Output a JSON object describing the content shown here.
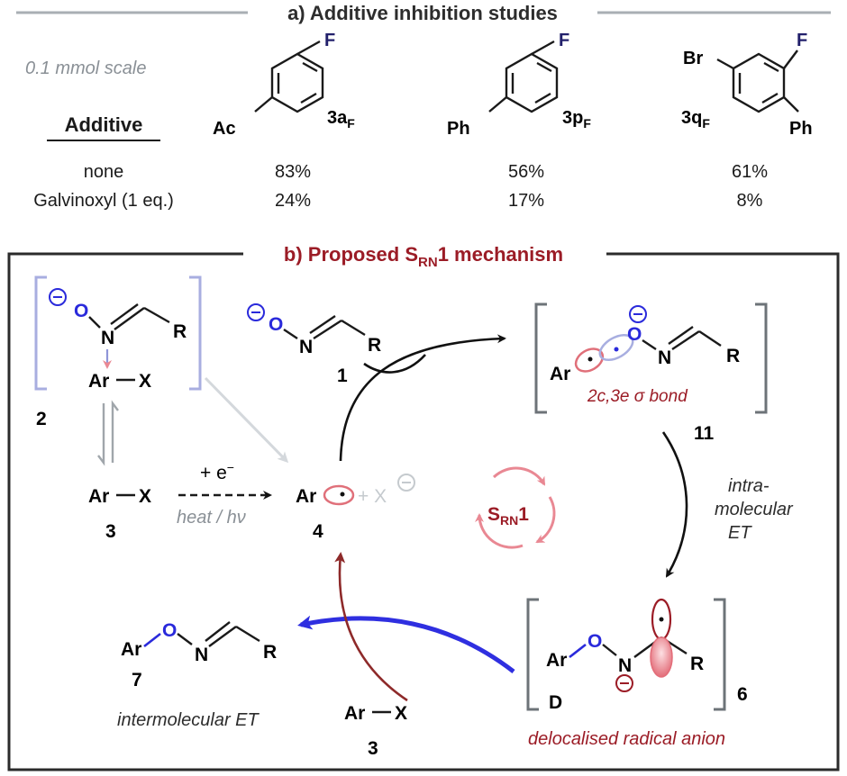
{
  "section_a": {
    "title": "a) Additive inhibition studies",
    "scale_note": "0.1 mmol scale",
    "additive_header": "Additive",
    "compounds": [
      {
        "substituent": "Ac",
        "label": "3a",
        "label_sub": "F"
      },
      {
        "substituent": "Ph",
        "label": "3p",
        "label_sub": "F"
      },
      {
        "substituent_top": "Br",
        "substituent_side": "Ph",
        "label": "3q",
        "label_sub": "F"
      }
    ],
    "fluoro": "F",
    "rows": [
      {
        "additive": "none",
        "yields": [
          "83%",
          "56%",
          "61%"
        ]
      },
      {
        "additive": "Galvinoxyl (1 eq.)",
        "yields": [
          "24%",
          "17%",
          "8%"
        ]
      }
    ]
  },
  "section_b": {
    "title_pre": "b) Proposed S",
    "title_sub": "RN",
    "title_post": "1 mechanism",
    "atoms": {
      "ar": "Ar",
      "x": "X",
      "o": "O",
      "n": "N",
      "r": "R",
      "minus": "−"
    },
    "labels": {
      "c2": "2",
      "c1": "1",
      "c3": "3",
      "c4": "4",
      "c11": "11",
      "c6": "6",
      "c7": "7",
      "c3b": "3",
      "cD": "D"
    },
    "electron_gain": "+ e",
    "heat_hv": "heat / hν",
    "plus_x": "+ X",
    "bond_note": "2c,3e σ bond",
    "et_intra": [
      "intra-",
      "molecular",
      "ET"
    ],
    "et_inter": "intermolecular ET",
    "radical_anion_note": "delocalised radical anion",
    "cycle_label_pre": "S",
    "cycle_label_sub": "RN",
    "cycle_label_post": "1"
  },
  "colors": {
    "rule_gray": "#a9afb4",
    "frame": "#2b2b2b",
    "dark_red": "#9b1c26",
    "navy": "#22206b",
    "blue": "#2a2adb",
    "pink": "#e0707a",
    "lavender": "#a8aee0",
    "light_gray": "#c9ced3"
  }
}
